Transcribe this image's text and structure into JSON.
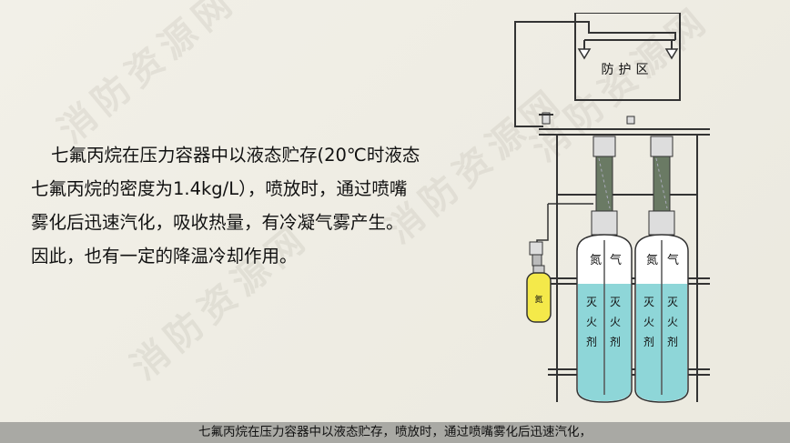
{
  "paragraph": {
    "lines": [
      "七氟丙烷在压力容器中以液态贮存(20℃时液态",
      "七氟丙烷的密度为1.4kg/L），喷放时，通过喷嘴",
      "雾化后迅速汽化，吸收热量，有冷凝气雾产生。",
      "因此，也有一定的降温冷却作用。"
    ]
  },
  "diagram": {
    "zone_label": "防护区",
    "pilot_label": "氮",
    "cylinders": [
      {
        "top_label_left": "氮",
        "top_label_right": "气",
        "col_left": [
          "灭",
          "火",
          "剂"
        ],
        "col_right": [
          "灭",
          "火",
          "剂"
        ]
      },
      {
        "top_label_left": "氮",
        "top_label_right": "气",
        "col_left": [
          "灭",
          "火",
          "剂"
        ],
        "col_right": [
          "灭",
          "火",
          "剂"
        ]
      }
    ]
  },
  "caption": {
    "text": "七氟丙烷在压力容器中以液态贮存，喷放时，通过喷嘴雾化后迅速汽化，"
  },
  "colors": {
    "liquid": "#8ed6d8",
    "pilot": "#f4e94a",
    "caption_bg": "#a9a9a4",
    "background": "#efede4"
  }
}
